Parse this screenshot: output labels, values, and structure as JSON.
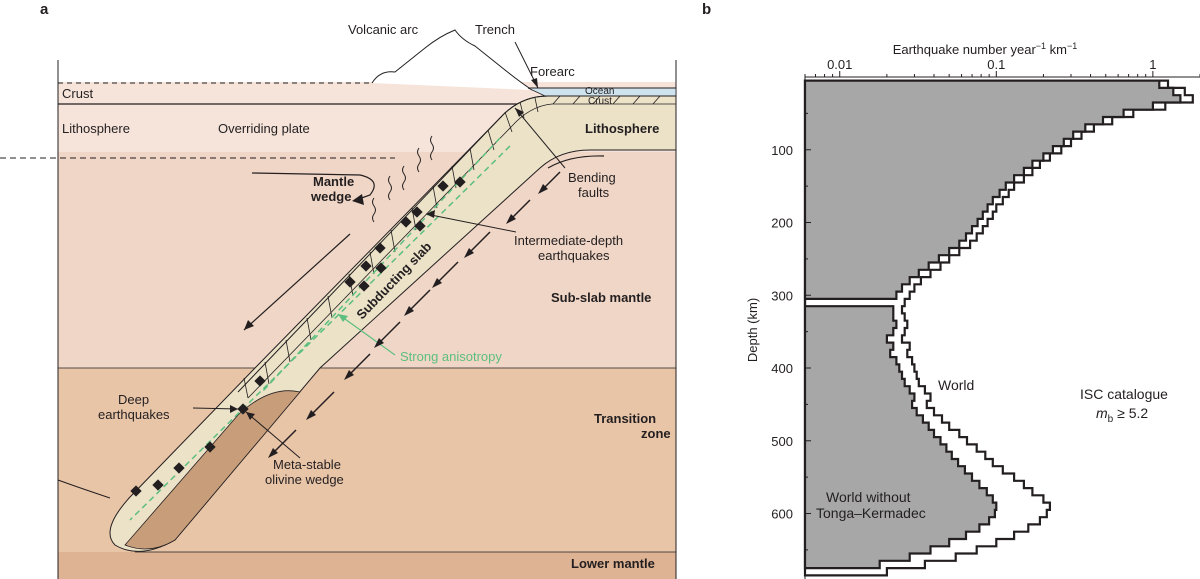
{
  "panel_a": {
    "label": "a",
    "texts": {
      "volcanic_arc": "Volcanic arc",
      "trench": "Trench",
      "forearc": "Forearc",
      "ocean": "Ocean",
      "crust_small": "Crust",
      "crust": "Crust",
      "lithosphere_left": "Lithosphere",
      "overriding_plate": "Overriding plate",
      "lithosphere_right": "Lithosphere",
      "mantle": "Mantle",
      "wedge": "wedge",
      "bending": "Bending",
      "faults": "faults",
      "intermediate_1": "Intermediate-depth",
      "intermediate_2": "earthquakes",
      "subducting_slab": "Subducting slab",
      "sub_slab_mantle": "Sub-slab mantle",
      "strong_anisotropy": "Strong anisotropy",
      "deep_1": "Deep",
      "deep_2": "earthquakes",
      "transition_1": "Transition",
      "transition_2": "zone",
      "metastable_1": "Meta-stable",
      "metastable_2": "olivine wedge",
      "lower_mantle": "Lower mantle"
    },
    "colors": {
      "lithosphere_fill": "#f6e4da",
      "upper_mantle_fill": "#f0d6c6",
      "transition_fill": "#e9c5a8",
      "lower_mantle_fill": "#ddb393",
      "slab_fill": "#ece2c8",
      "olivine_wedge_fill": "#c79d7a",
      "ocean_fill": "#cfe3ee",
      "anisotropy_green": "#5cbf7f"
    }
  },
  "panel_b": {
    "label": "b",
    "chart_data": {
      "type": "area",
      "x_axis_label_prefix": "Earthquake number year",
      "x_axis_label_sup1": "−1",
      "x_axis_label_mid": " km",
      "x_axis_label_sup2": "−1",
      "x_scale": "log",
      "x_range": [
        0.006,
        2.0
      ],
      "x_ticks": [
        {
          "value": 0.01,
          "label": "0.01"
        },
        {
          "value": 0.1,
          "label": "0.1"
        },
        {
          "value": 1,
          "label": "1"
        }
      ],
      "y_axis_label": "Depth (km)",
      "y_range": [
        0,
        690
      ],
      "y_inverted": true,
      "y_ticks": [
        {
          "value": 100,
          "label": "100"
        },
        {
          "value": 200,
          "label": "200"
        },
        {
          "value": 300,
          "label": "300"
        },
        {
          "value": 400,
          "label": "400"
        },
        {
          "value": 500,
          "label": "500"
        },
        {
          "value": 600,
          "label": "600"
        }
      ],
      "annotation_1": "ISC catalogue",
      "annotation_2_m": "m",
      "annotation_2_sub": "b",
      "annotation_2_rest": " ≥ 5.2",
      "series": [
        {
          "name": "World",
          "fill": "none",
          "color": "#231f20",
          "points": [
            [
              10,
              1.25
            ],
            [
              20,
              1.6
            ],
            [
              30,
              1.8
            ],
            [
              40,
              1.2
            ],
            [
              50,
              0.75
            ],
            [
              60,
              0.55
            ],
            [
              70,
              0.42
            ],
            [
              80,
              0.35
            ],
            [
              90,
              0.3
            ],
            [
              100,
              0.26
            ],
            [
              110,
              0.22
            ],
            [
              120,
              0.19
            ],
            [
              130,
              0.17
            ],
            [
              140,
              0.15
            ],
            [
              150,
              0.13
            ],
            [
              160,
              0.12
            ],
            [
              170,
              0.11
            ],
            [
              180,
              0.1
            ],
            [
              190,
              0.095
            ],
            [
              200,
              0.088
            ],
            [
              210,
              0.082
            ],
            [
              220,
              0.075
            ],
            [
              230,
              0.068
            ],
            [
              240,
              0.058
            ],
            [
              250,
              0.05
            ],
            [
              260,
              0.044
            ],
            [
              270,
              0.038
            ],
            [
              280,
              0.033
            ],
            [
              290,
              0.03
            ],
            [
              300,
              0.028
            ],
            [
              310,
              0.026
            ],
            [
              320,
              0.025
            ],
            [
              330,
              0.026
            ],
            [
              340,
              0.027
            ],
            [
              350,
              0.026
            ],
            [
              360,
              0.025
            ],
            [
              370,
              0.028
            ],
            [
              380,
              0.027
            ],
            [
              390,
              0.029
            ],
            [
              400,
              0.03
            ],
            [
              410,
              0.031
            ],
            [
              420,
              0.032
            ],
            [
              430,
              0.035
            ],
            [
              440,
              0.038
            ],
            [
              450,
              0.036
            ],
            [
              460,
              0.04
            ],
            [
              470,
              0.045
            ],
            [
              480,
              0.05
            ],
            [
              490,
              0.058
            ],
            [
              500,
              0.065
            ],
            [
              510,
              0.075
            ],
            [
              520,
              0.085
            ],
            [
              530,
              0.095
            ],
            [
              540,
              0.11
            ],
            [
              550,
              0.13
            ],
            [
              560,
              0.15
            ],
            [
              570,
              0.17
            ],
            [
              580,
              0.2
            ],
            [
              590,
              0.22
            ],
            [
              600,
              0.21
            ],
            [
              610,
              0.19
            ],
            [
              620,
              0.16
            ],
            [
              630,
              0.13
            ],
            [
              640,
              0.1
            ],
            [
              650,
              0.075
            ],
            [
              660,
              0.055
            ],
            [
              670,
              0.035
            ],
            [
              680,
              0.02
            ]
          ]
        },
        {
          "name": "World without Tonga–Kermadec",
          "name_line1": "World without",
          "name_line2": "Tonga–Kermadec",
          "fill": "#a7a7a7",
          "color": "#231f20",
          "points": [
            [
              10,
              1.1
            ],
            [
              20,
              1.35
            ],
            [
              30,
              1.5
            ],
            [
              40,
              1.0
            ],
            [
              50,
              0.65
            ],
            [
              60,
              0.48
            ],
            [
              70,
              0.37
            ],
            [
              80,
              0.31
            ],
            [
              90,
              0.27
            ],
            [
              100,
              0.23
            ],
            [
              110,
              0.2
            ],
            [
              120,
              0.17
            ],
            [
              130,
              0.15
            ],
            [
              140,
              0.13
            ],
            [
              150,
              0.115
            ],
            [
              160,
              0.105
            ],
            [
              170,
              0.095
            ],
            [
              180,
              0.088
            ],
            [
              190,
              0.082
            ],
            [
              200,
              0.076
            ],
            [
              210,
              0.07
            ],
            [
              220,
              0.064
            ],
            [
              230,
              0.058
            ],
            [
              240,
              0.05
            ],
            [
              250,
              0.043
            ],
            [
              260,
              0.037
            ],
            [
              270,
              0.032
            ],
            [
              280,
              0.028
            ],
            [
              290,
              0.025
            ],
            [
              300,
              0.023
            ],
            [
              310,
              0.006
            ],
            [
              320,
              0.022
            ],
            [
              330,
              0.022
            ],
            [
              340,
              0.023
            ],
            [
              350,
              0.022
            ],
            [
              360,
              0.02
            ],
            [
              370,
              0.022
            ],
            [
              380,
              0.021
            ],
            [
              390,
              0.023
            ],
            [
              400,
              0.024
            ],
            [
              410,
              0.025
            ],
            [
              420,
              0.026
            ],
            [
              430,
              0.028
            ],
            [
              440,
              0.03
            ],
            [
              450,
              0.029
            ],
            [
              460,
              0.031
            ],
            [
              470,
              0.034
            ],
            [
              480,
              0.037
            ],
            [
              490,
              0.04
            ],
            [
              500,
              0.044
            ],
            [
              510,
              0.048
            ],
            [
              520,
              0.052
            ],
            [
              530,
              0.057
            ],
            [
              540,
              0.063
            ],
            [
              550,
              0.07
            ],
            [
              560,
              0.078
            ],
            [
              570,
              0.087
            ],
            [
              580,
              0.095
            ],
            [
              590,
              0.1
            ],
            [
              600,
              0.098
            ],
            [
              610,
              0.09
            ],
            [
              620,
              0.078
            ],
            [
              630,
              0.064
            ],
            [
              640,
              0.05
            ],
            [
              650,
              0.038
            ],
            [
              660,
              0.028
            ],
            [
              670,
              0.018
            ]
          ]
        }
      ]
    }
  }
}
